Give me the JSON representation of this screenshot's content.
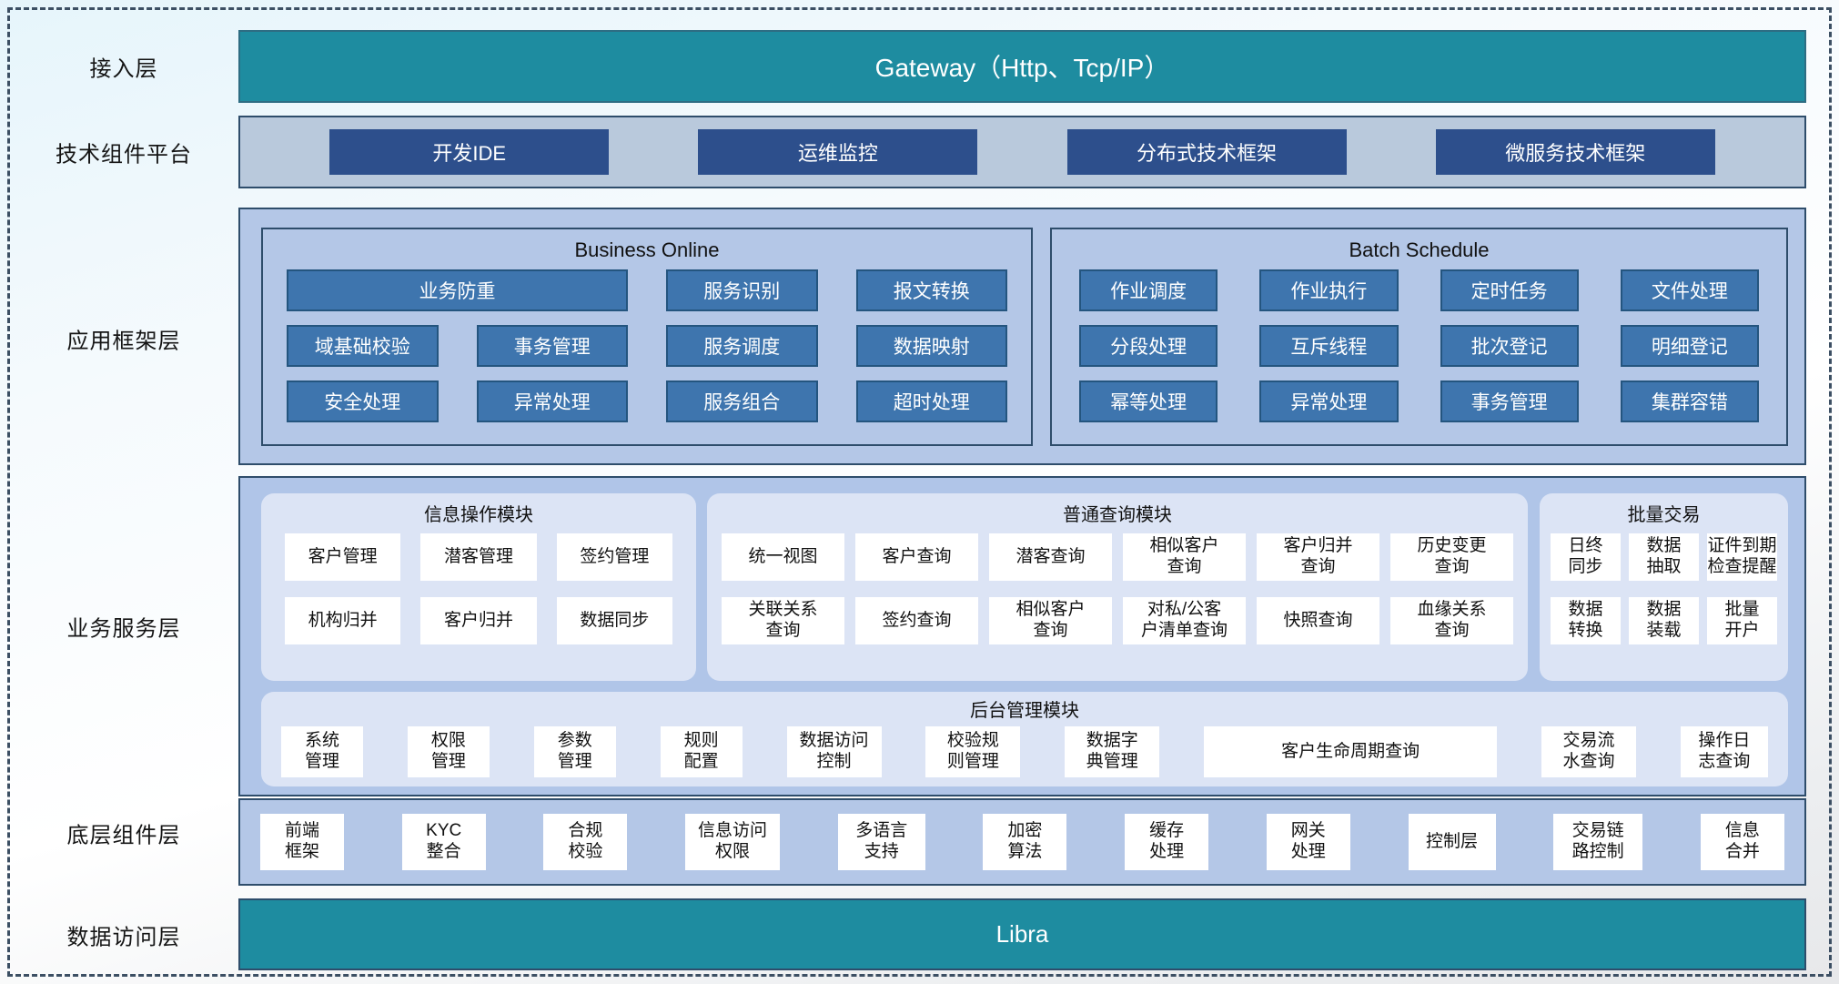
{
  "colors": {
    "teal": "#1e8ca0",
    "navy_button": "#2d4f8c",
    "blue_button": "#3e75ae",
    "panel_light_blue": "#b4c7e7",
    "panel_inner": "#dce4f5",
    "border_navy": "#2e4d6b"
  },
  "layers": {
    "access": {
      "label": "接入层",
      "content": "Gateway（Http、Tcp/IP）"
    },
    "tech_platform": {
      "label": "技术组件平台",
      "items": [
        "开发IDE",
        "运维监控",
        "分布式技术框架",
        "微服务技术框架"
      ]
    },
    "app_framework": {
      "label": "应用框架层",
      "business_online": {
        "title": "Business Online",
        "items": [
          "业务防重",
          "服务识别",
          "报文转换",
          "域基础校验",
          "事务管理",
          "服务调度",
          "数据映射",
          "安全处理",
          "异常处理",
          "服务组合",
          "超时处理"
        ]
      },
      "batch_schedule": {
        "title": "Batch Schedule",
        "items": [
          "作业调度",
          "作业执行",
          "定时任务",
          "文件处理",
          "分段处理",
          "互斥线程",
          "批次登记",
          "明细登记",
          "幂等处理",
          "异常处理",
          "事务管理",
          "集群容错"
        ]
      }
    },
    "business_service": {
      "label": "业务服务层",
      "info_module": {
        "title": "信息操作模块",
        "items": [
          "客户管理",
          "潜客管理",
          "签约管理",
          "机构归并",
          "客户归并",
          "数据同步"
        ]
      },
      "query_module": {
        "title": "普通查询模块",
        "items": [
          "统一视图",
          "客户查询",
          "潜客查询",
          "相似客户\n查询",
          "客户归并\n查询",
          "历史变更\n查询",
          "关联关系\n查询",
          "签约查询",
          "相似客户\n查询",
          "对私/公客\n户清单查询",
          "快照查询",
          "血缘关系\n查询"
        ]
      },
      "batch_module": {
        "title": "批量交易",
        "items": [
          "日终\n同步",
          "数据\n抽取",
          "证件到期\n检查提醒",
          "数据\n转换",
          "数据\n装载",
          "批量\n开户"
        ]
      },
      "admin_module": {
        "title": "后台管理模块",
        "items": [
          "系统\n管理",
          "权限\n管理",
          "参数\n管理",
          "规则\n配置",
          "数据访问\n控制",
          "校验规\n则管理",
          "数据字\n典管理",
          "客户生命周期查询",
          "交易流\n水查询",
          "操作日\n志查询"
        ]
      }
    },
    "bottom_components": {
      "label": "底层组件层",
      "items": [
        "前端\n框架",
        "KYC\n整合",
        "合规\n校验",
        "信息访问\n权限",
        "多语言\n支持",
        "加密\n算法",
        "缓存\n处理",
        "网关\n处理",
        "控制层",
        "交易链\n路控制",
        "信息\n合并"
      ]
    },
    "data_access": {
      "label": "数据访问层",
      "content": "Libra"
    }
  }
}
